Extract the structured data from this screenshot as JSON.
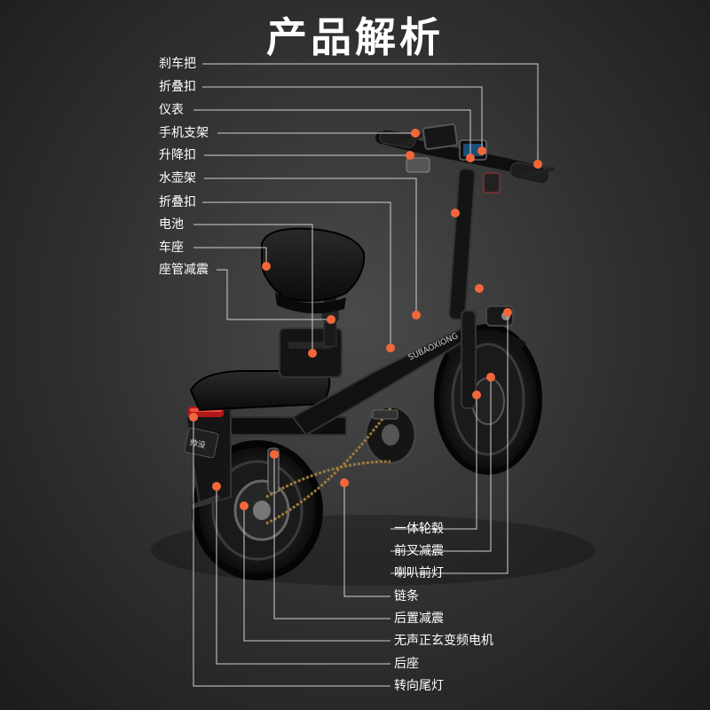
{
  "title": "产品解析",
  "colors": {
    "background": "#333333",
    "marker": "#f2673a",
    "line": "#d0d0d0",
    "text": "#ffffff"
  },
  "bike_image": {
    "brand_text_frame": "SUBAOXIONG",
    "brand_text_plate": "帅没"
  },
  "labels_left": [
    "刹车把",
    "折叠扣",
    "仪表",
    "手机支架",
    "升降扣",
    "水壶架",
    "折叠扣",
    "电池",
    "车座",
    "座管减震"
  ],
  "labels_right": [
    "一体轮毂",
    "前叉减震",
    "喇叭前灯",
    "链条",
    "后置减震",
    "无声正玄变频电机",
    "后座",
    "转向尾灯"
  ]
}
